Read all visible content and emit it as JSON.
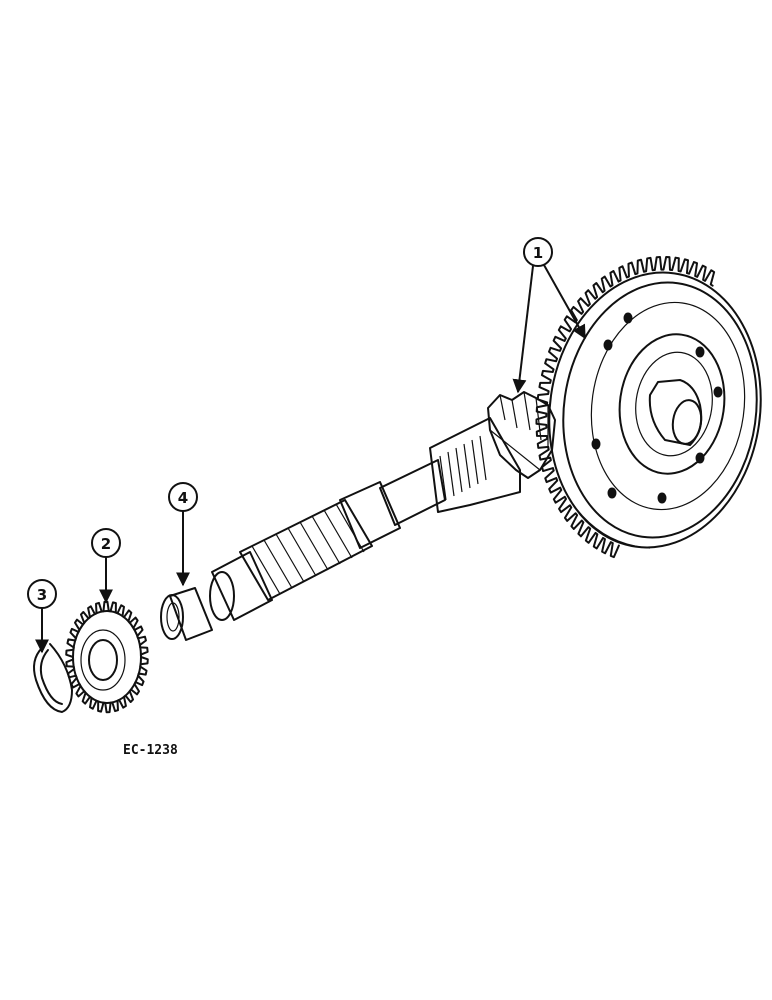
{
  "diagram": {
    "figure_id": "EC-1238",
    "callouts": [
      {
        "number": "1"
      },
      {
        "number": "2"
      },
      {
        "number": "3"
      },
      {
        "number": "4"
      }
    ]
  }
}
